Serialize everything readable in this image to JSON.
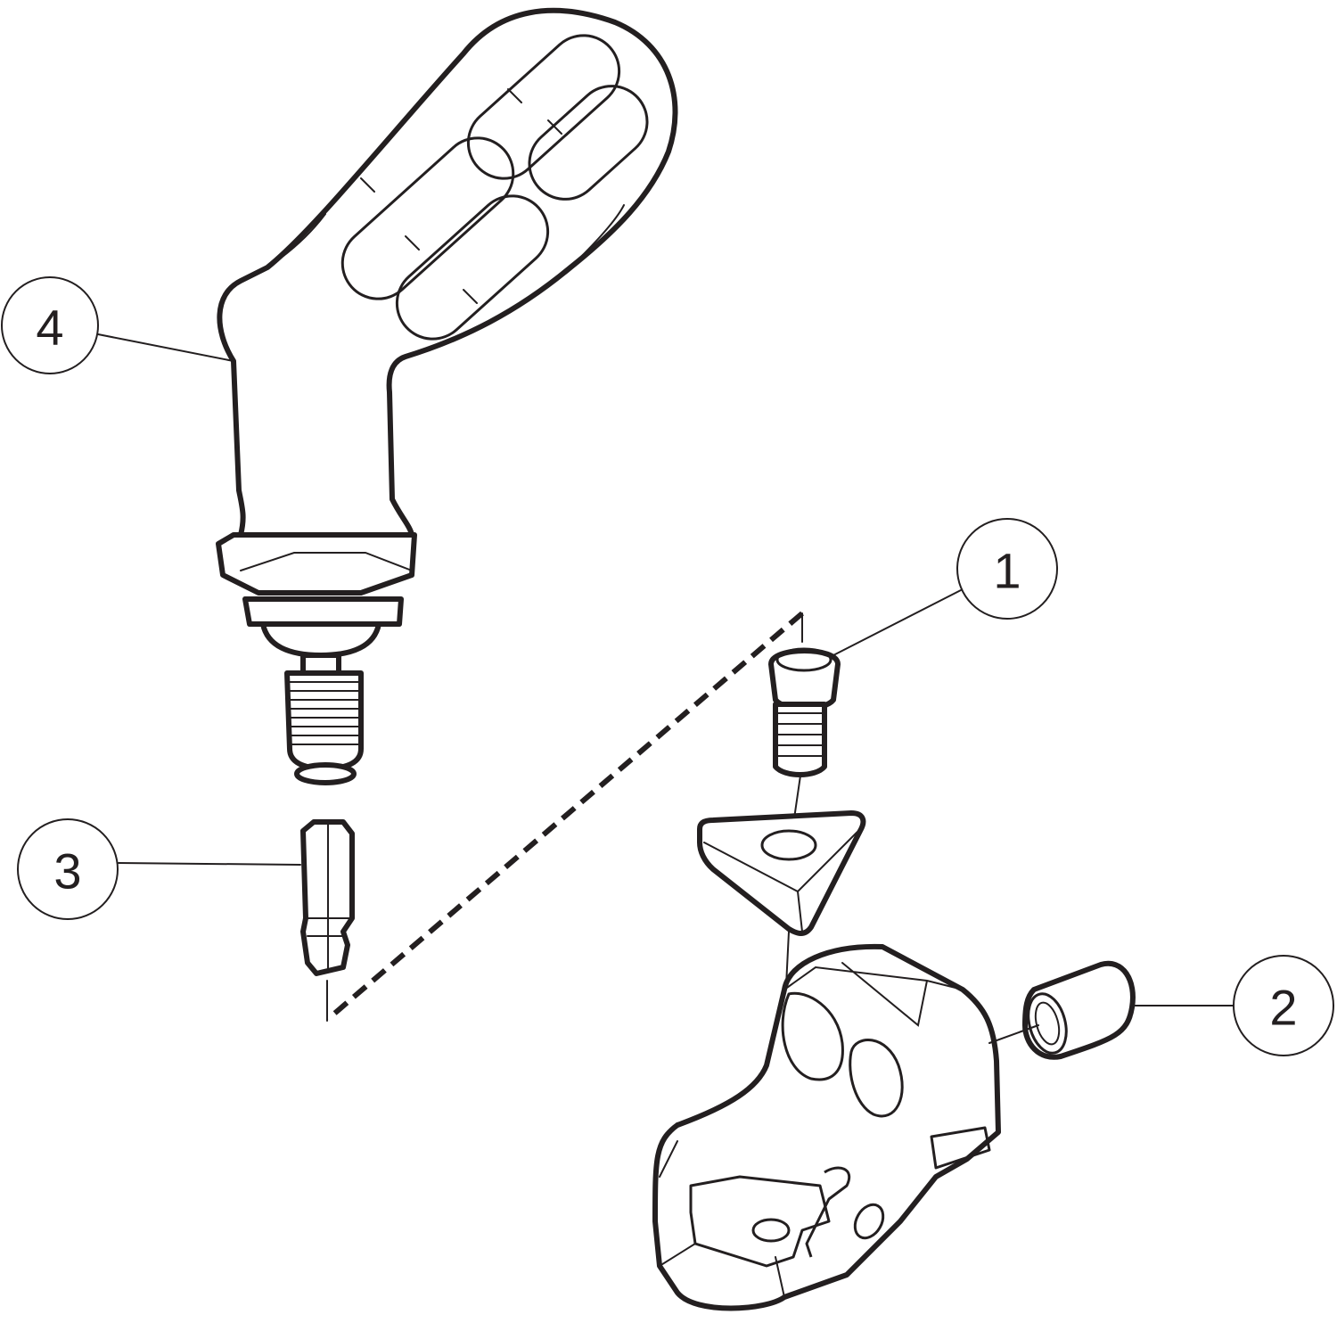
{
  "callouts": [
    {
      "id": "1",
      "label": "1"
    },
    {
      "id": "2",
      "label": "2"
    },
    {
      "id": "3",
      "label": "3"
    },
    {
      "id": "4",
      "label": "4"
    }
  ],
  "colors": {
    "line": "#231f20",
    "background": "#ffffff"
  }
}
